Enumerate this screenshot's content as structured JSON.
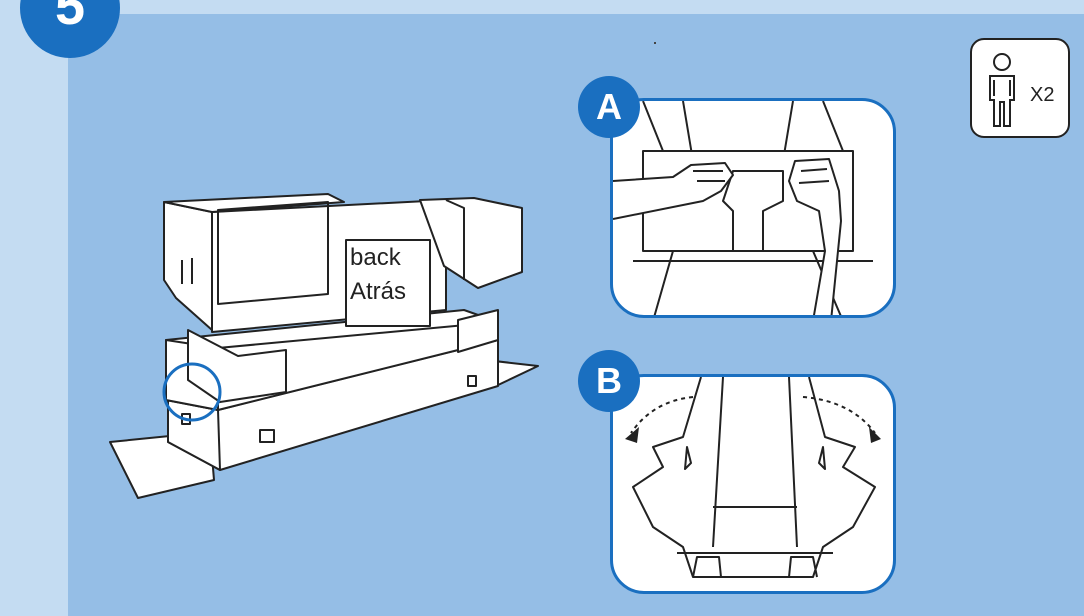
{
  "step": {
    "number": "5"
  },
  "people": {
    "icon": "person-icon",
    "count": "X2"
  },
  "main_box": {
    "label_line1": "back",
    "label_line2": "Atrás"
  },
  "details": [
    {
      "letter": "A",
      "icon": "hands-inserting-tab-icon"
    },
    {
      "letter": "B",
      "icon": "fold-sides-outward-icon"
    }
  ],
  "colors": {
    "accent": "#1a6fc0",
    "panel": "#95bee6",
    "background": "#c4dcf2"
  }
}
